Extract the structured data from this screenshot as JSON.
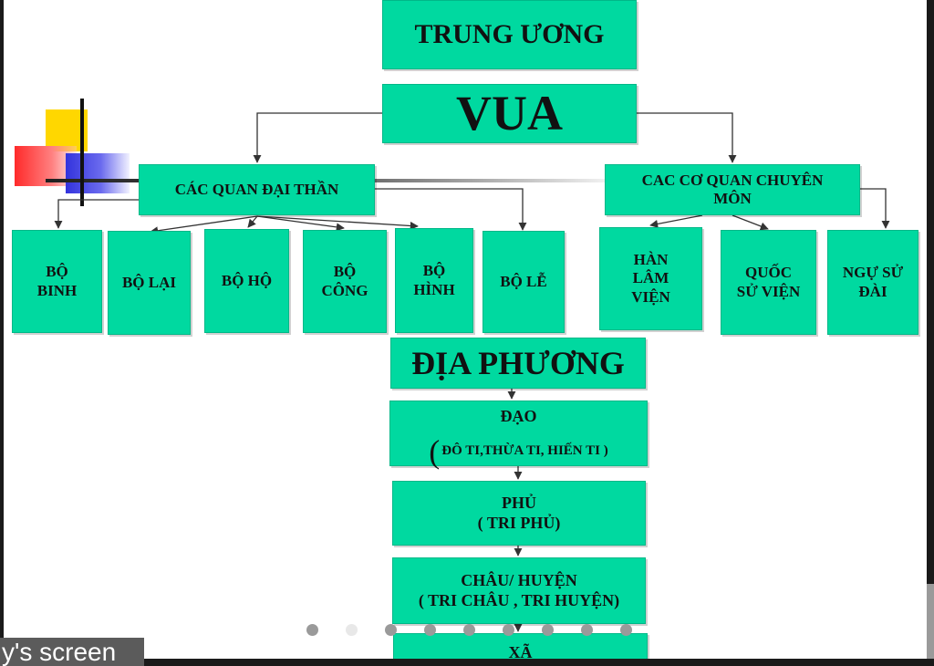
{
  "diagram": {
    "central_title": "TRUNG ƯƠNG",
    "king": "VUA",
    "group_left": "CÁC QUAN ĐẠI THẦN",
    "group_right": "CAC CƠ QUAN CHUYÊN\nMÔN",
    "ministries": [
      "BỘ\nBINH",
      "BỘ LẠI",
      "BỘ HỘ",
      "BỘ\nCÔNG",
      "BỘ\nHÌNH",
      "BỘ LỄ"
    ],
    "agencies": [
      "HÀN\nLÂM\nVIỆN",
      "QUỐC\nSỬ VIỆN",
      "NGỰ SỬ\nĐÀI"
    ],
    "local_title": "ĐỊA PHƯƠNG",
    "levels": {
      "dao": "ĐẠO",
      "dao_paren": "(",
      "dao_sub": "ĐÔ TI,THỪA TI, HIẾN TI )",
      "phu": "PHỦ\n( TRI PHỦ)",
      "chau": "CHÂU/ HUYỆN\n( TRI CHÂU , TRI HUYỆN)",
      "xa": "XÃ"
    }
  },
  "slideshow": {
    "dot_count": 9,
    "active_dot": 1
  },
  "overlay": {
    "screen_label": "y's screen"
  },
  "colors": {
    "box_fill": "#00d9a0",
    "box_border": "#00b888",
    "connector": "#333333",
    "deco_yellow": "#ffd700",
    "deco_red": "#ff2a2a",
    "deco_blue": "#3333dd"
  }
}
